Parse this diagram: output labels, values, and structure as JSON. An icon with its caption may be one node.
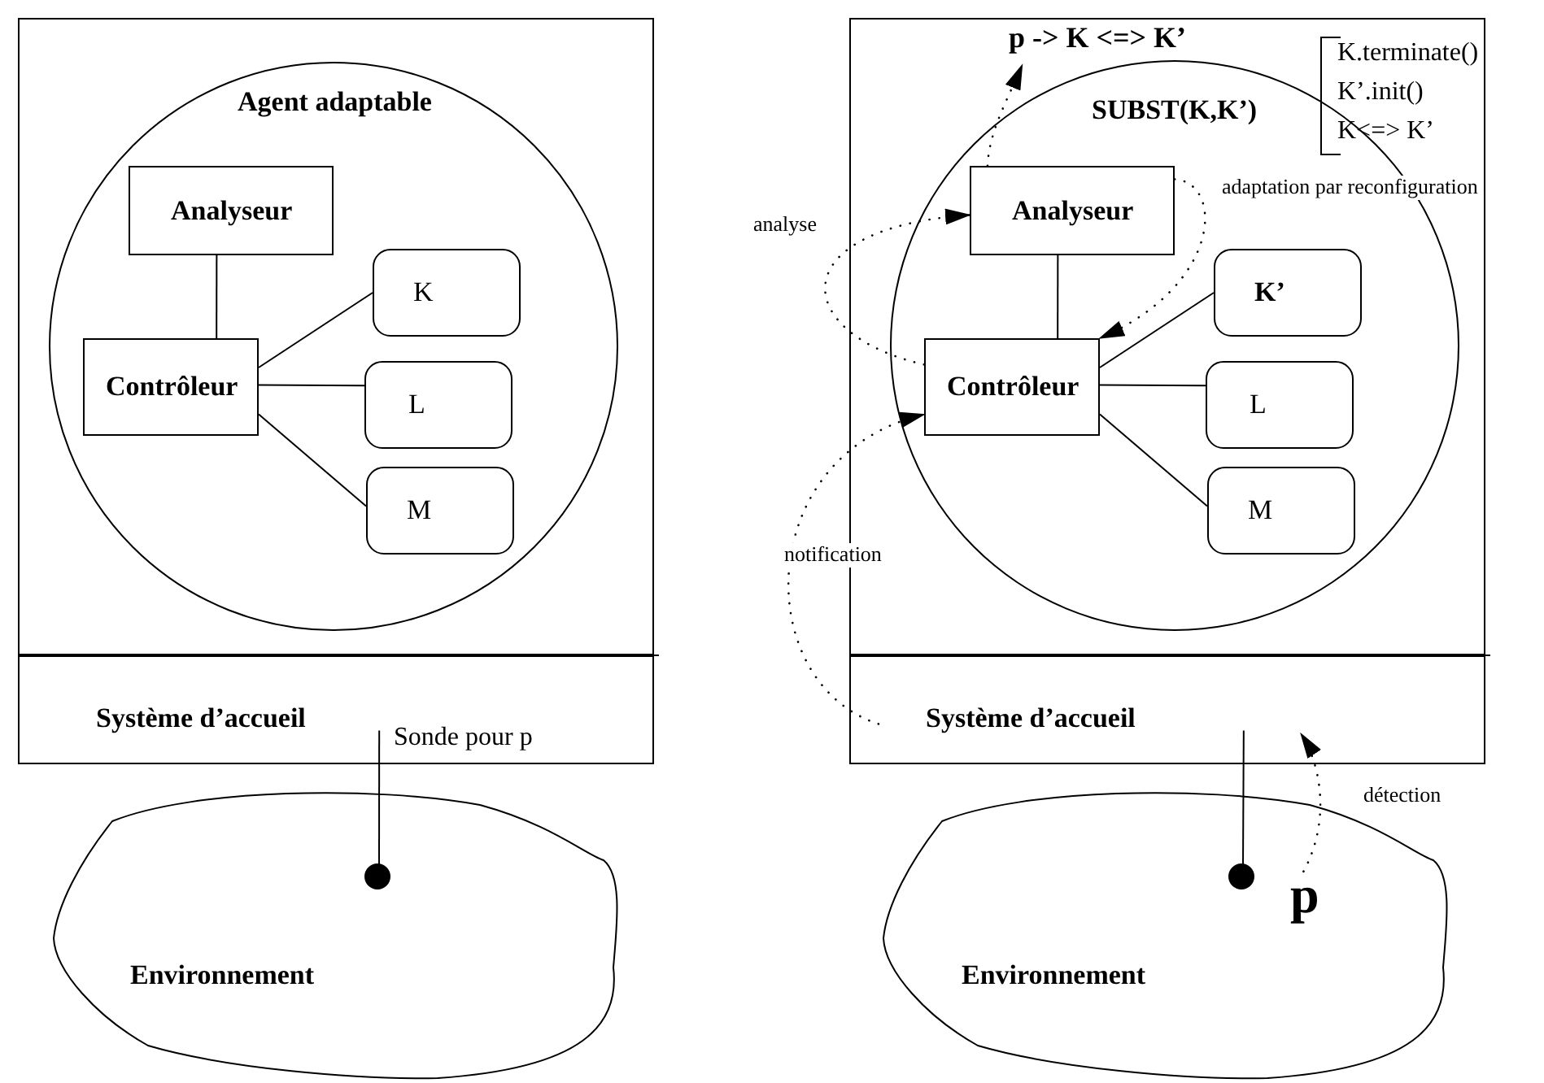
{
  "diagram": {
    "nodes": [
      {
        "text": [],
        "shape": "box"
      },
      {
        "text": [
          "Agent adaptable"
        ],
        "in": 0
      },
      {
        "text": [
          "Analyseur"
        ],
        "in": 1
      },
      {
        "text": [
          "Contrôleur"
        ],
        "in": 1
      },
      {
        "text": [
          "K"
        ],
        "in": 1
      },
      {
        "text": [
          "L"
        ],
        "in": 1
      },
      {
        "text": [
          "M"
        ],
        "in": 1
      },
      {
        "text": [
          "Système d’accueil"
        ]
      },
      {
        "text": [
          "Environnement"
        ]
      },
      {
        "text": [],
        "shape": "circle",
        "in": 8
      },
      {
        "text": [],
        "shape": "box"
      },
      {
        "text": [
          "p -> K <=> K’"
        ],
        "in": 10
      },
      {
        "text": [
          "SUBST(K,K’)"
        ],
        "in": 10
      },
      {
        "text": [
          "Analyseur"
        ],
        "in": 12
      },
      {
        "text": [
          "Contrôleur"
        ],
        "in": 12
      },
      {
        "text": [
          "K’"
        ],
        "in": 12
      },
      {
        "text": [
          "L"
        ],
        "in": 12
      },
      {
        "text": [
          "M"
        ],
        "in": 12
      },
      {
        "text": [
          "Système d’accueil"
        ]
      },
      {
        "text": [
          "Environnement"
        ]
      },
      {
        "text": [],
        "shape": "circle",
        "in": 19
      },
      {
        "text": [
          "p"
        ],
        "in": 19
      }
    ],
    "edges": [
      {
        "from": 2,
        "to": 3,
        "arrow": "none"
      },
      {
        "from": 3,
        "to": 4,
        "arrow": "none"
      },
      {
        "from": 3,
        "to": 5,
        "arrow": "none"
      },
      {
        "from": 3,
        "to": 6,
        "arrow": "none"
      },
      {
        "from": 7,
        "to": 9,
        "arrow": "none"
      },
      {
        "from": 13,
        "to": 14,
        "arrow": "none"
      },
      {
        "from": 14,
        "to": 15,
        "arrow": "none"
      },
      {
        "from": 14,
        "to": 16,
        "arrow": "none"
      },
      {
        "from": 14,
        "to": 17,
        "arrow": "none"
      },
      {
        "from": 18,
        "to": 20,
        "arrow": "none"
      },
      {
        "from": 21,
        "to": 18,
        "arrow": "to",
        "style": "dashed",
        "label": "détection"
      },
      {
        "from": 18,
        "to": 14,
        "arrow": "to",
        "style": "dashed",
        "label": "notification"
      },
      {
        "from": 14,
        "to": 13,
        "arrow": "to",
        "style": "dashed",
        "label": "analyse"
      },
      {
        "from": 13,
        "to": 11,
        "arrow": "to",
        "style": "dashed"
      },
      {
        "from": 13,
        "to": 14,
        "arrow": "to",
        "style": "dashed",
        "label": "adaptation par reconfiguration"
      }
    ],
    "labels": [
      "Sonde pour p",
      "K.terminate()",
      "K’.init()",
      "K<=> K’"
    ]
  }
}
